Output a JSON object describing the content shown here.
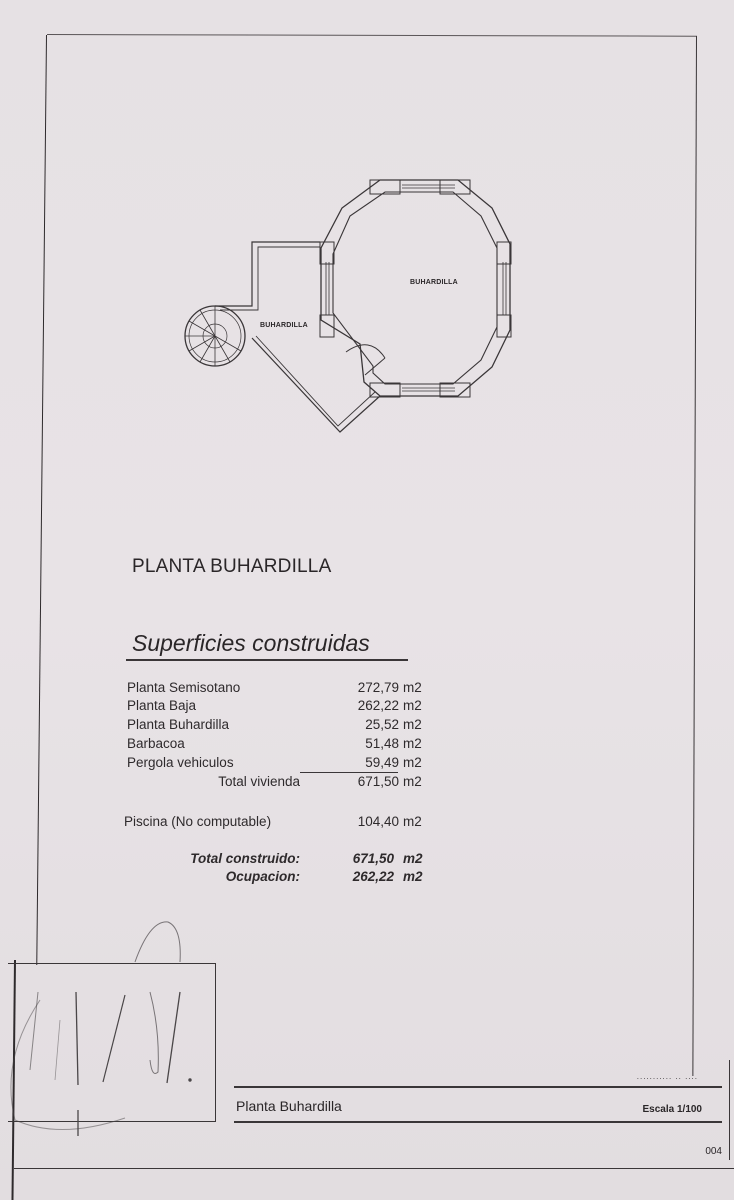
{
  "drawing": {
    "room_labels": [
      "BUHARDILLA",
      "BUHARDILLA"
    ]
  },
  "section_title": "PLANTA BUHARDILLA",
  "surfaces": {
    "title": "Superficies construidas",
    "items": [
      {
        "label": "Planta Semisotano",
        "value": "272,79",
        "unit": "m2"
      },
      {
        "label": "Planta Baja",
        "value": "262,22",
        "unit": "m2"
      },
      {
        "label": "Planta Buhardilla",
        "value": "25,52",
        "unit": "m2"
      },
      {
        "label": "Barbacoa",
        "value": "51,48",
        "unit": "m2"
      },
      {
        "label": "Pergola vehiculos",
        "value": "59,49",
        "unit": "m2"
      }
    ],
    "total_vivienda": {
      "label": "Total vivienda",
      "value": "671,50",
      "unit": "m2"
    },
    "piscina": {
      "label": "Piscina (No computable)",
      "value": "104,40",
      "unit": "m2"
    },
    "total_construido": {
      "label": "Total construido:",
      "value": "671,50",
      "unit": "m2"
    },
    "ocupacion": {
      "label": "Ocupacion:",
      "value": "262,22",
      "unit": "m2"
    }
  },
  "footer": {
    "date_partial": "........... .. ....",
    "sheet_title": "Planta Buhardilla",
    "scale": "Escala 1/100",
    "sheet_number": "004"
  }
}
